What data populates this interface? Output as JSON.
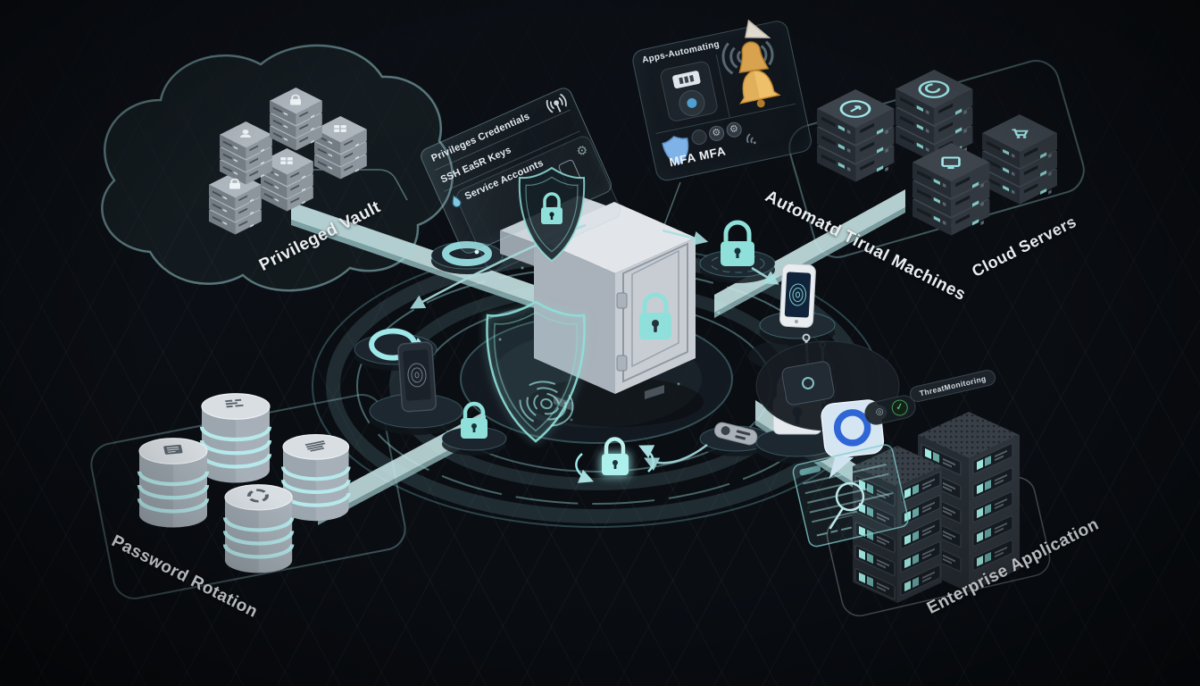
{
  "colors": {
    "background": "#0a0d12",
    "accent_teal": "#9fd8da",
    "beam": "#c6e3e4",
    "vault_silver": "#c8cdd4",
    "lock_teal": "#8fe0da",
    "alert_gold": "#e0a84f",
    "shield_blue": "#7fb3e8",
    "bubble_ring_blue": "#2f66d6",
    "server_dark": "#31383f",
    "cylinder_gray": "#b9c2c9"
  },
  "labels": {
    "privileged_vault": "Privileged Vault",
    "automated_virtual_machines": "Automatd Tirual Machines",
    "cloud_servers": "Cloud Servers",
    "password_rotation": "Password Rotation",
    "enterprise_application": "Enterprise Application"
  },
  "credentials_panel": {
    "rows": [
      "Privileges Credentials",
      "SSH Ea5R Keys",
      "Service Accounts"
    ]
  },
  "mfa_panel": {
    "title": "Apps-Automating",
    "mfa_label": "MFA MFA"
  },
  "enterprise": {
    "threat_badge": "ThreatMonitoring"
  },
  "icon_glyphs": {
    "gear": "⚙",
    "scan": "◎",
    "check": "✓"
  }
}
